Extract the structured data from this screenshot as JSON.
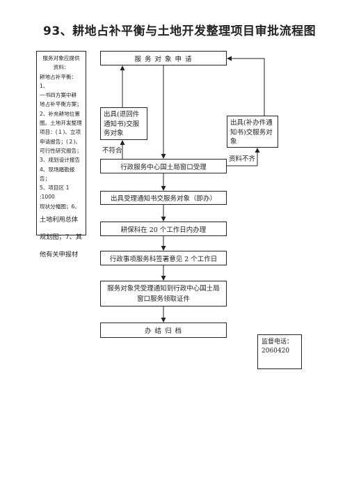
{
  "title": "93、耕地占补平衡与土地开发整理项目审批流程图",
  "side_note": {
    "lines_small": [
      "服务对象应提供",
      "资料：",
      "耕地占补平衡：1、",
      "一书四方案中耕",
      "地占补平衡方案；",
      "2、补充耕地位置",
      "图。土地开发整理",
      "项目：(１)、立项",
      "申请报告；(２)、",
      "可行性研究报告；",
      "3、规划设计报告",
      "4、现场踏勘报告；",
      "5、项目区 1 :1000",
      "现状分幅图；6、"
    ],
    "lines_big": [
      "土地利用总体",
      "规划图；7、其",
      "他有关申报材"
    ]
  },
  "nodes": {
    "apply": "服  务  对  象  申  请",
    "return_notice": "出具(退回件通知书)交服务对象",
    "supplement_notice": "出具(补办件通知书)交服务对象",
    "window_accept": "行政服务中心国土局窗口受理",
    "accept_notice": "出具受理通知书交服务对象（即办）",
    "land_section": "耕保科在 20 个工作日内办理",
    "sign": "行政事项服务科签署意见 2 个工作日",
    "collect": "服务对象凭受理通知到行政中心国土局窗口服务领取证件",
    "archive": "办     结     归     档"
  },
  "labels": {
    "not_comply": "不符合",
    "incomplete": "资料不齐"
  },
  "supervision": {
    "label": "监督电话：",
    "number": "2060420"
  }
}
